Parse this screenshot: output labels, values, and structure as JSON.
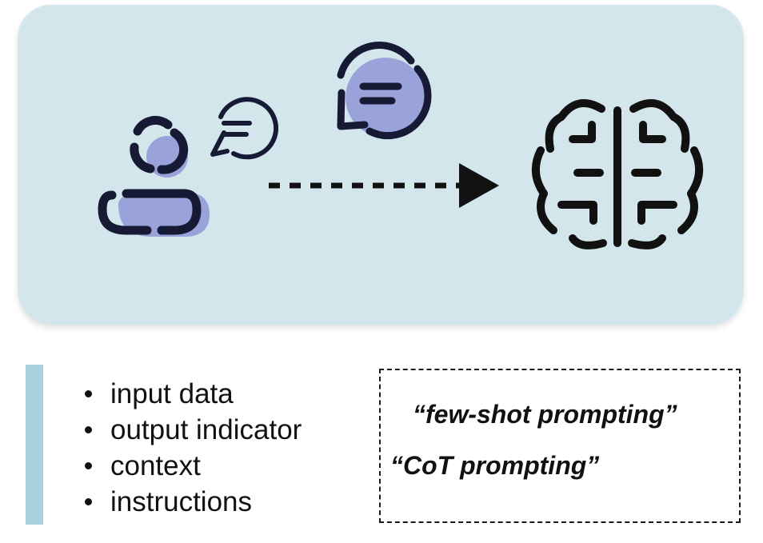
{
  "colors": {
    "panel_bg": "#d3e6ec",
    "accent_fill": "#9aa2da",
    "icon_stroke": "#161a35",
    "side_bar": "#a9d2df"
  },
  "diagram": {
    "icons": [
      "user-icon",
      "speech-bubble-icon",
      "dashed-arrow-icon",
      "speech-bubble-icon",
      "brain-circuit-icon"
    ]
  },
  "components": {
    "items": [
      "input data",
      "output indicator",
      "context",
      "instructions"
    ]
  },
  "techniques": {
    "items": [
      "“few-shot prompting”",
      "“CoT prompting”"
    ]
  }
}
